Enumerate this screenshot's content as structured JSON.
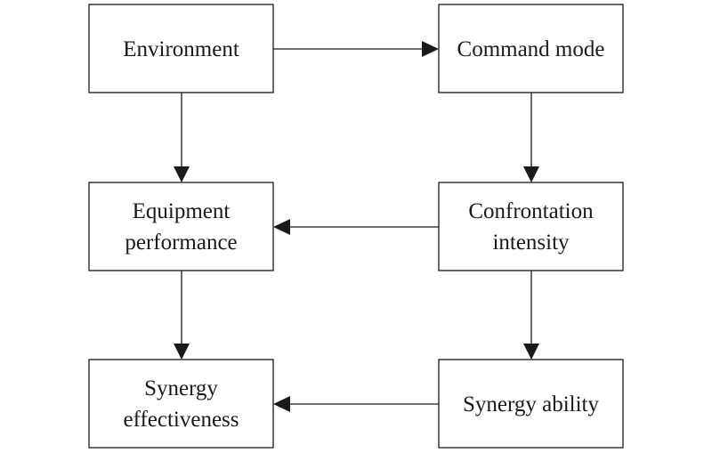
{
  "diagram": {
    "nodes": {
      "environment": {
        "lines": [
          "Environment"
        ]
      },
      "command_mode": {
        "lines": [
          "Command mode"
        ]
      },
      "equipment_performance": {
        "lines": [
          "Equipment",
          "performance"
        ]
      },
      "confrontation_intensity": {
        "lines": [
          "Confrontation",
          "intensity"
        ]
      },
      "synergy_effectiveness": {
        "lines": [
          "Synergy",
          "effectiveness"
        ]
      },
      "synergy_ability": {
        "lines": [
          "Synergy ability"
        ]
      }
    },
    "edges": [
      {
        "from": "environment",
        "to": "command_mode"
      },
      {
        "from": "environment",
        "to": "equipment_performance"
      },
      {
        "from": "command_mode",
        "to": "confrontation_intensity"
      },
      {
        "from": "confrontation_intensity",
        "to": "equipment_performance"
      },
      {
        "from": "equipment_performance",
        "to": "synergy_effectiveness"
      },
      {
        "from": "confrontation_intensity",
        "to": "synergy_ability"
      },
      {
        "from": "synergy_ability",
        "to": "synergy_effectiveness"
      }
    ]
  }
}
